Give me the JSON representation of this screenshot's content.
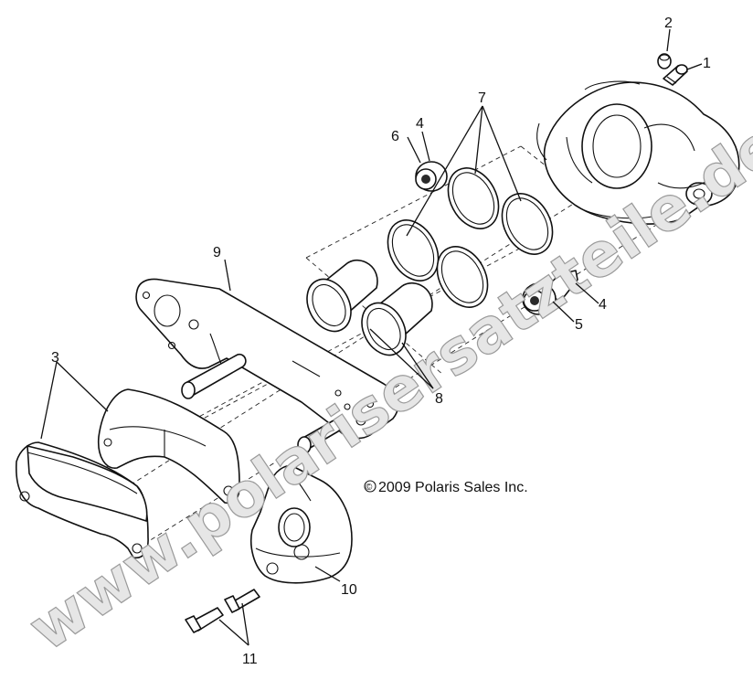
{
  "callouts": [
    "1",
    "2",
    "3",
    "4",
    "4",
    "5",
    "6",
    "7",
    "8",
    "9",
    "10",
    "11"
  ],
  "copyright": "2009 Polaris Sales Inc.",
  "copyright_symbol": "©",
  "watermark": "www.polarisersatzteile.de",
  "colors": {
    "line": "#111111",
    "background": "#ffffff",
    "watermark_fill": "#e6e6e6",
    "watermark_stroke": "#9a9a9a"
  }
}
